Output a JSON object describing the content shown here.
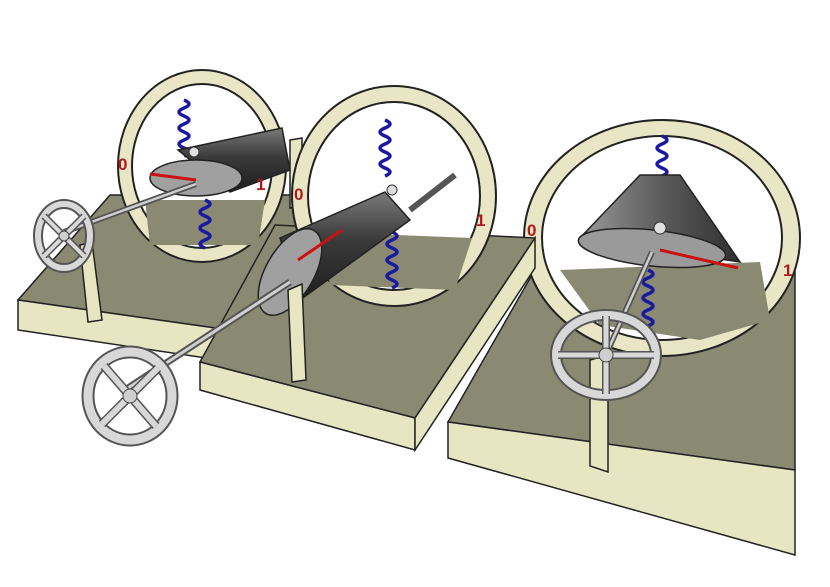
{
  "scene": {
    "devices": [
      {
        "id": "left",
        "label_zero": "0",
        "label_one": "1"
      },
      {
        "id": "middle",
        "label_zero": "0",
        "label_one": "1"
      },
      {
        "id": "right",
        "label_zero": "0",
        "label_one": "1"
      }
    ]
  },
  "colors": {
    "base_top": "#8a8a72",
    "base_front": "#e6e6c2",
    "ring": "#e8e6c4",
    "spring": "#1a1aa0",
    "needle": "#cc1111",
    "label": "#b01a1a",
    "metal_dark": "#3d3d3d",
    "metal_light": "#cfcfcf"
  }
}
